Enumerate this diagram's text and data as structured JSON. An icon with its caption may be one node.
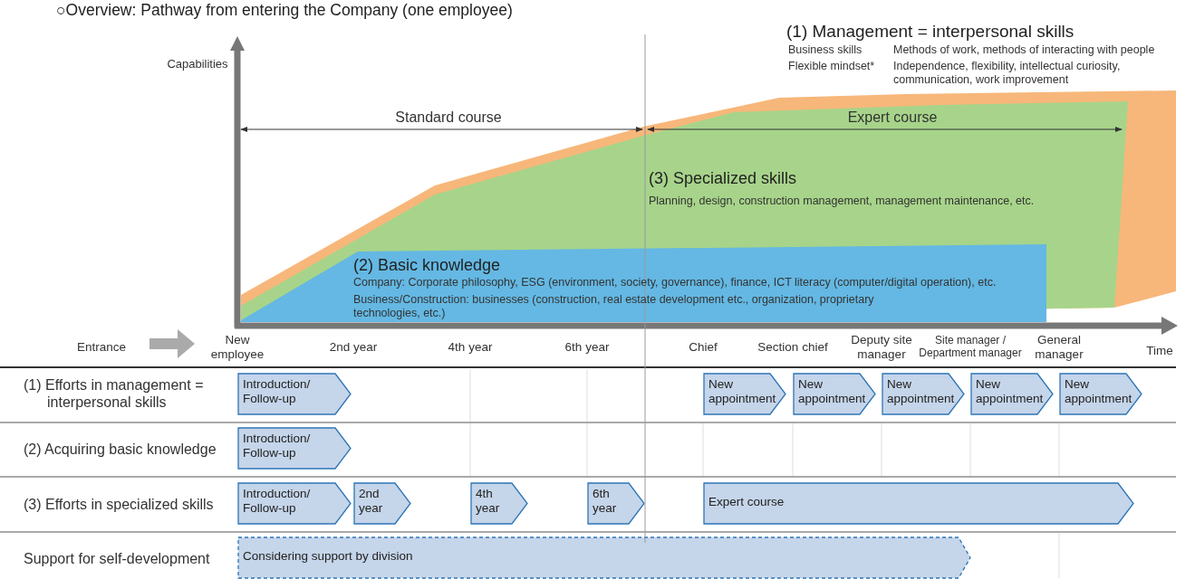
{
  "diagram": {
    "title": "○Overview: Pathway from entering the Company (one employee)",
    "nodes": [
      {
        "text": [
          "(1) Management = interpersonal skills",
          "Business skills",
          "Methods of work, methods of interacting with people",
          "Flexible mindset*",
          "Independence, flexibility, intellectual curiosity, communication, work improvement"
        ]
      },
      {
        "text": [
          "(3) Specialized skills",
          "Planning, design, construction management, management maintenance, etc."
        ],
        "in": 0
      },
      {
        "text": [
          "(2) Basic knowledge",
          "Company: Corporate philosophy, ESG (environment, society, governance), finance, ICT literacy (computer/digital operation), etc.",
          "Business/Construction: businesses (construction, real estate development etc., organization, proprietary technologies, etc.)"
        ],
        "in": 1
      },
      {
        "text": [
          "Introduction/ Follow-up"
        ]
      },
      {
        "text": [
          "New appointment"
        ]
      },
      {
        "text": [
          "New appointment"
        ]
      },
      {
        "text": [
          "New appointment"
        ]
      },
      {
        "text": [
          "New appointment"
        ]
      },
      {
        "text": [
          "New appointment"
        ]
      },
      {
        "text": [
          "Introduction/ Follow-up"
        ]
      },
      {
        "text": [
          "Introduction/ Follow-up"
        ]
      },
      {
        "text": [
          "2nd year"
        ]
      },
      {
        "text": [
          "4th year"
        ]
      },
      {
        "text": [
          "6th year"
        ]
      },
      {
        "text": [
          "Expert course"
        ]
      },
      {
        "text": [
          "Considering support by division"
        ]
      }
    ],
    "edges": [],
    "labels": [
      "Capabilities",
      "Standard course",
      "Expert course",
      "Entrance",
      "New employee",
      "2nd year",
      "4th year",
      "6th year",
      "Chief",
      "Section chief",
      "Deputy site manager",
      "Site manager / Department manager",
      "General manager",
      "Time",
      "(1) Efforts in management = interpersonal skills",
      "(2) Acquiring basic knowledge",
      "(3) Efforts in specialized skills",
      "Support for self-development"
    ]
  }
}
